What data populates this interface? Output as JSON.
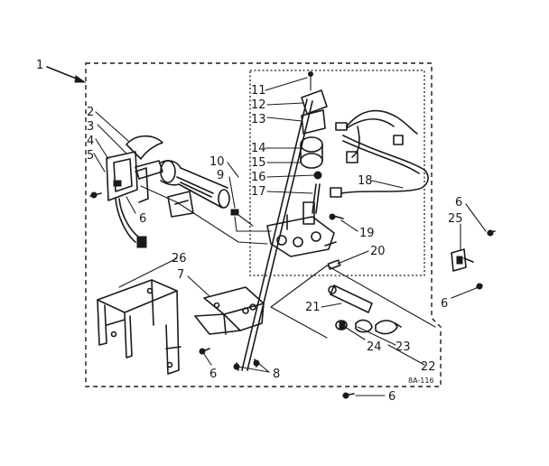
{
  "diagram": {
    "drawing_code": "8A-116",
    "callouts": [
      {
        "id": "c1",
        "text": "1"
      },
      {
        "id": "c2",
        "text": "2"
      },
      {
        "id": "c3",
        "text": "3"
      },
      {
        "id": "c4",
        "text": "4"
      },
      {
        "id": "c5",
        "text": "5"
      },
      {
        "id": "c6a",
        "text": "6"
      },
      {
        "id": "c26",
        "text": "26"
      },
      {
        "id": "c7",
        "text": "7"
      },
      {
        "id": "c6b",
        "text": "6"
      },
      {
        "id": "c8",
        "text": "8"
      },
      {
        "id": "c6c",
        "text": "6"
      },
      {
        "id": "c10",
        "text": "10"
      },
      {
        "id": "c9",
        "text": "9"
      },
      {
        "id": "c11",
        "text": "11"
      },
      {
        "id": "c12",
        "text": "12"
      },
      {
        "id": "c13",
        "text": "13"
      },
      {
        "id": "c14",
        "text": "14"
      },
      {
        "id": "c15",
        "text": "15"
      },
      {
        "id": "c16",
        "text": "16"
      },
      {
        "id": "c17",
        "text": "17"
      },
      {
        "id": "c18",
        "text": "18"
      },
      {
        "id": "c19",
        "text": "19"
      },
      {
        "id": "c20",
        "text": "20"
      },
      {
        "id": "c21",
        "text": "21"
      },
      {
        "id": "c24",
        "text": "24"
      },
      {
        "id": "c23",
        "text": "23"
      },
      {
        "id": "c22",
        "text": "22"
      },
      {
        "id": "c6d",
        "text": "6"
      },
      {
        "id": "c25",
        "text": "25"
      },
      {
        "id": "c6e",
        "text": "6"
      }
    ]
  }
}
